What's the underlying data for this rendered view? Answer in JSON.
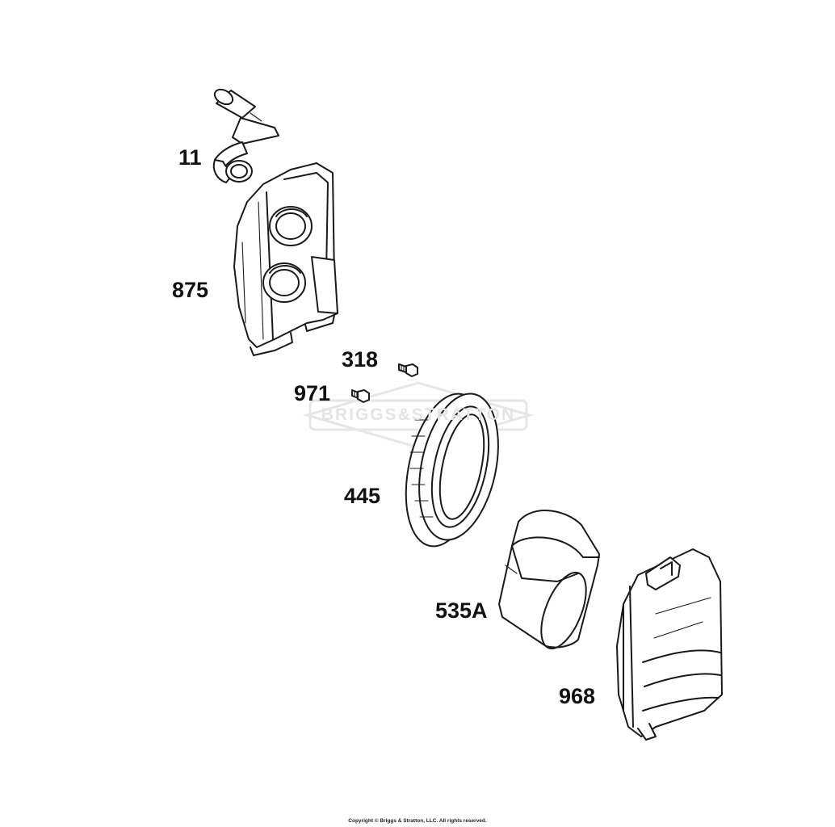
{
  "diagram": {
    "watermark_text": "BRIGGS&STRATTON",
    "parts": [
      {
        "id": "11",
        "label": "11",
        "component": "breather-tube"
      },
      {
        "id": "875",
        "label": "875",
        "component": "air-cleaner-base"
      },
      {
        "id": "318",
        "label": "318",
        "component": "screw"
      },
      {
        "id": "971",
        "label": "971",
        "component": "screw"
      },
      {
        "id": "445",
        "label": "445",
        "component": "air-filter-cartridge"
      },
      {
        "id": "535A",
        "label": "535A",
        "component": "pre-cleaner"
      },
      {
        "id": "968",
        "label": "968",
        "component": "air-cleaner-cover"
      }
    ],
    "copyright": "Copyright © Briggs & Stratton, LLC. All rights reserved."
  },
  "colors": {
    "line": "#1a1a1a",
    "background": "#ffffff",
    "watermark": "#e4e4e4"
  }
}
